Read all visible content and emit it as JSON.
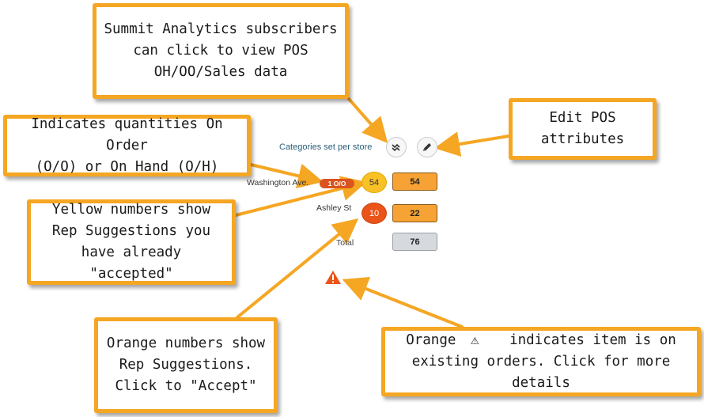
{
  "callouts": {
    "summit": [
      "Summit Analytics subscribers",
      "can click to view POS",
      "OH/OO/Sales data"
    ],
    "edit": [
      "Edit POS",
      "attributes"
    ],
    "quantities": [
      "Indicates quantities On Order",
      "(O/O) or On Hand (O/H)"
    ],
    "yellow": [
      "Yellow numbers show",
      "Rep Suggestions you",
      "have already \"accepted\""
    ],
    "orange": [
      "Orange numbers show",
      "Rep Suggestions.",
      "Click to \"Accept\""
    ],
    "warning": {
      "line1_prefix": "Orange",
      "line1_icon": "⚠",
      "line1_suffix": "indicates item is on",
      "line2": "existing orders. Click for more details"
    }
  },
  "ui": {
    "categories_label": "Categories set per store",
    "pos_button_icon": "chevron-double-icon",
    "edit_button_icon": "pencil-icon",
    "rows": [
      {
        "store": "Washington Ave.",
        "badge": "1 O/O",
        "suggestion": "54",
        "suggestion_state": "accepted",
        "quantity": "54"
      },
      {
        "store": "Ashley St",
        "suggestion": "10",
        "suggestion_state": "pending",
        "quantity": "22"
      }
    ],
    "total_label": "Total",
    "total_value": "76",
    "warning_icon": "warning-triangle-icon"
  },
  "colors": {
    "callout_border": "#f5a623",
    "accepted_yellow": "#f8c126",
    "suggestion_orange": "#ea5418",
    "quantity_orange": "#f6a234",
    "total_gray": "#d6d9dd",
    "warning_orange": "#ea5418"
  }
}
